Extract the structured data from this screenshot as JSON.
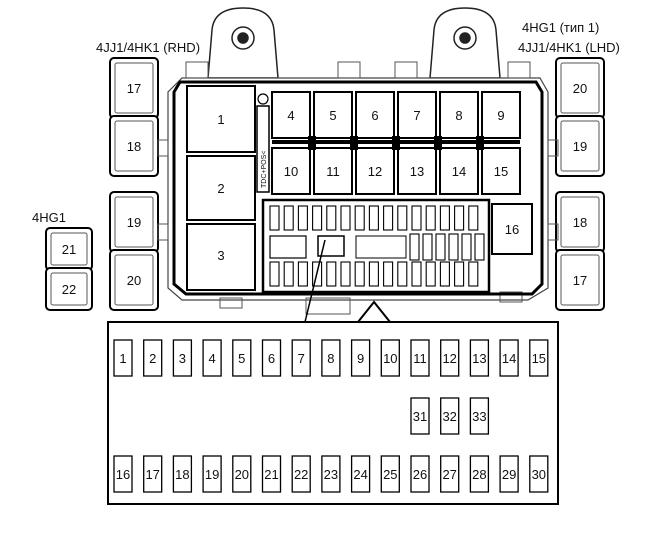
{
  "labels": {
    "rhd": "4JJ1/4HK1 (RHD)",
    "type1": "4HG1 (тип 1)",
    "lhd": "4JJ1/4HK1 (LHD)",
    "hg1_left": "4HG1",
    "tdc_text": "TDC+POS<"
  },
  "relays_large": [
    "1",
    "2",
    "3"
  ],
  "relays_top": [
    "4",
    "5",
    "6",
    "7",
    "8",
    "9"
  ],
  "relays_mid": [
    "10",
    "11",
    "12",
    "13",
    "14",
    "15"
  ],
  "relay_16": "16",
  "left_relays_rhd": [
    "17",
    "18",
    "19",
    "20"
  ],
  "left_relays_4hg1": [
    "21",
    "22"
  ],
  "right_relays": [
    "20",
    "19",
    "18",
    "17"
  ],
  "fuses_top": [
    "1",
    "2",
    "3",
    "4",
    "5",
    "6",
    "7",
    "8",
    "9",
    "10",
    "11",
    "12",
    "13",
    "14",
    "15"
  ],
  "fuses_middle": [
    "31",
    "32",
    "33"
  ],
  "fuses_bottom": [
    "16",
    "17",
    "18",
    "19",
    "20",
    "21",
    "22",
    "23",
    "24",
    "25",
    "26",
    "27",
    "28",
    "29",
    "30"
  ]
}
